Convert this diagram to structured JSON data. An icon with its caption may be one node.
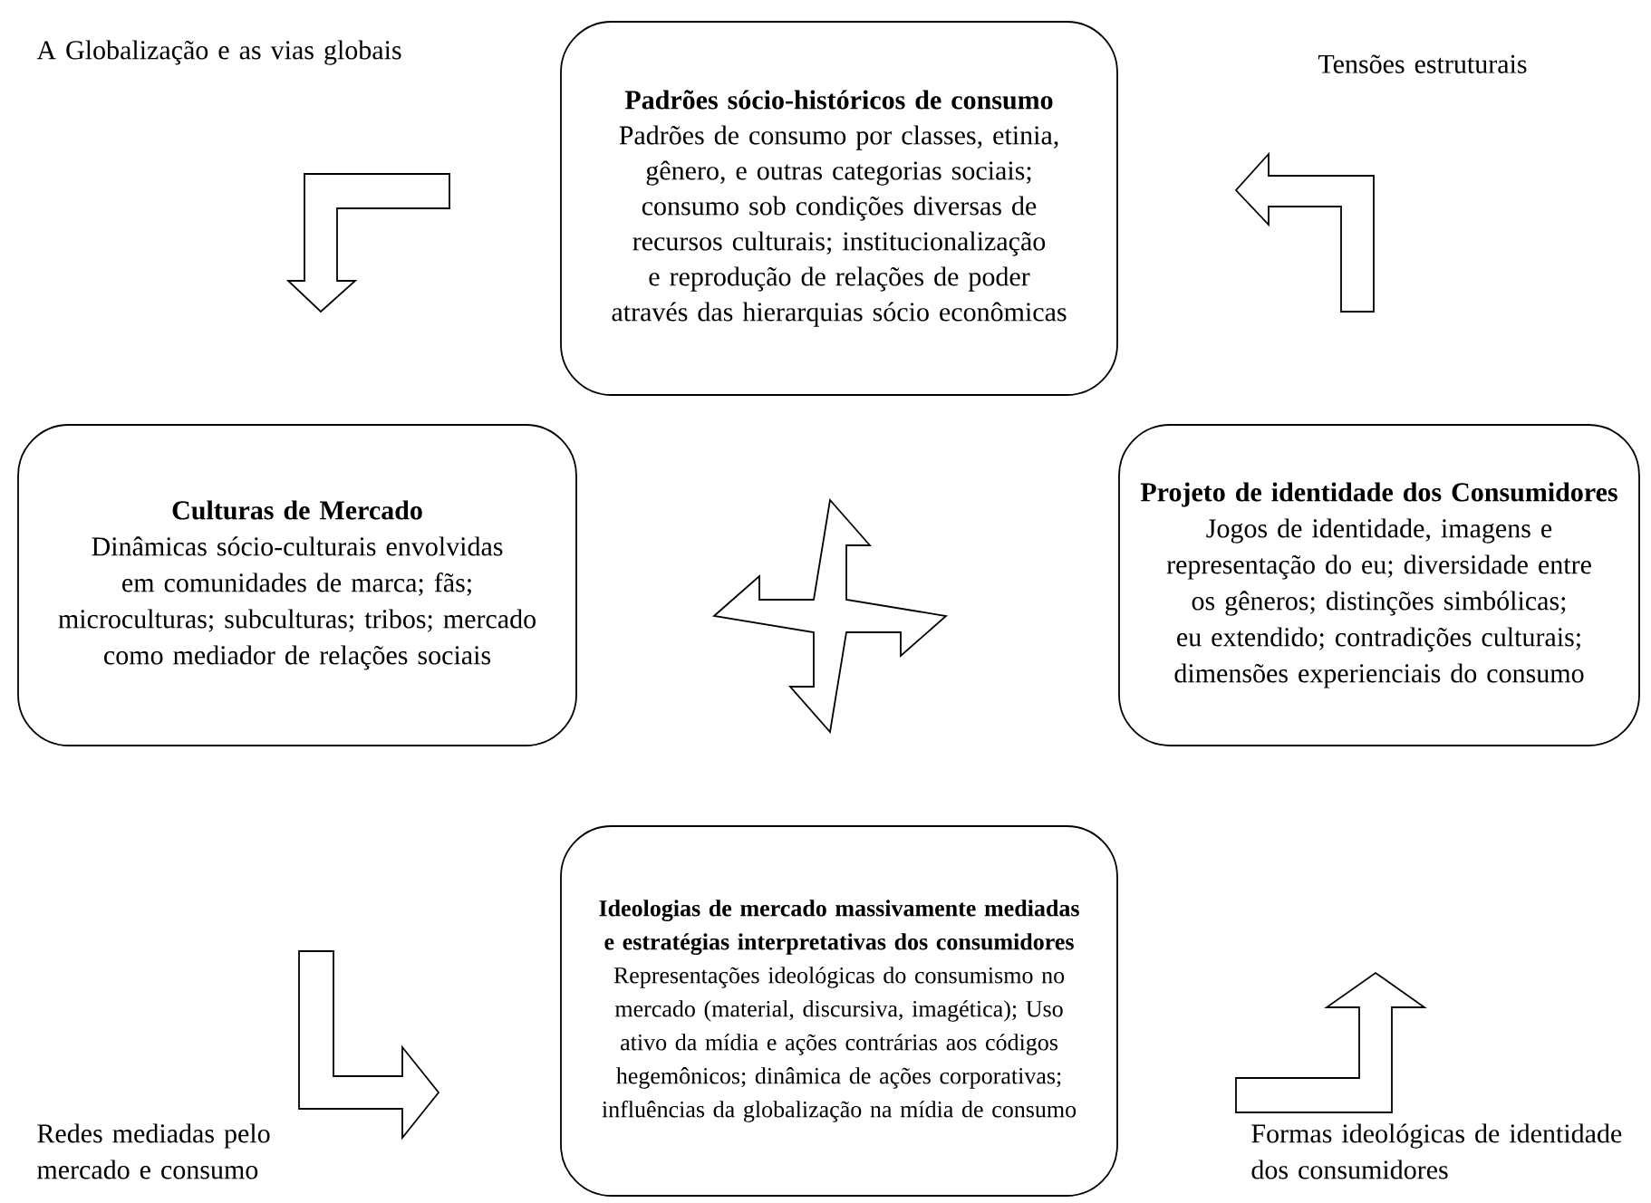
{
  "diagram": {
    "nodes": [
      {
        "text": [
          "Padrões sócio-históricos de consumo",
          "Padrões de consumo por classes, etinia, gênero, e outras categorias sociais; consumo sob condições diversas de recursos culturais; institucionalização e reprodução de relações de poder através das hierarquias sócio econômicas"
        ]
      },
      {
        "text": [
          "Culturas de Mercado",
          "Dinâmicas sócio-culturais envolvidas em comunidades de marca; fãs; microculturas; subculturas; tribos; mercado como mediador de relações sociais"
        ]
      },
      {
        "text": [
          "Projeto de identidade dos Consumidores",
          "Jogos de identidade, imagens e representação do eu; diversidade entre os gêneros; distinções simbólicas; eu extendido; contradições culturais; dimensões experienciais do consumo"
        ]
      },
      {
        "text": [
          "Ideologias de mercado massivamente mediadas e estratégias interpretativas dos consumidores",
          "Representações ideológicas do consumismo no mercado (material, discursiva, imagética); Uso ativo da mídia e ações contrárias aos códigos hegemônicos; dinâmica de ações corporativas; influências da globalização na mídia de consumo"
        ]
      }
    ],
    "labels": [
      "A Globalização e as vias globais",
      "Tensões estruturais",
      "Redes mediadas pelo mercado e consumo",
      "Formas ideológicas de identidade dos consumidores"
    ]
  }
}
